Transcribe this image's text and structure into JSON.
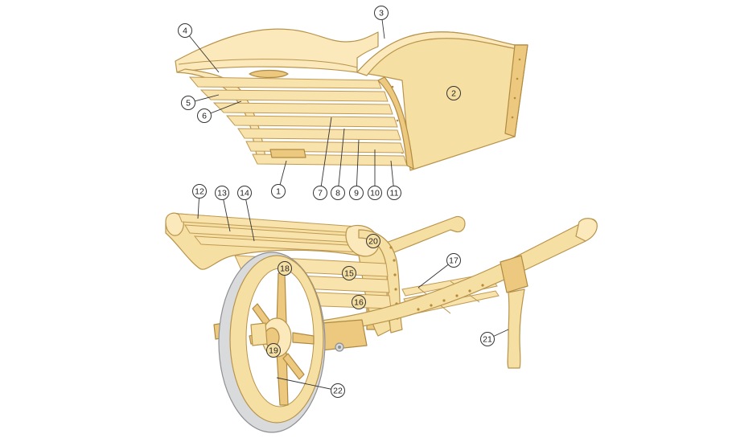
{
  "callouts": [
    {
      "id": "1",
      "label": "1"
    },
    {
      "id": "2",
      "label": "2"
    },
    {
      "id": "3",
      "label": "3"
    },
    {
      "id": "4",
      "label": "4"
    },
    {
      "id": "5",
      "label": "5"
    },
    {
      "id": "6",
      "label": "6"
    },
    {
      "id": "7",
      "label": "7"
    },
    {
      "id": "8",
      "label": "8"
    },
    {
      "id": "9",
      "label": "9"
    },
    {
      "id": "10",
      "label": "10"
    },
    {
      "id": "11",
      "label": "11"
    },
    {
      "id": "12",
      "label": "12"
    },
    {
      "id": "13",
      "label": "13"
    },
    {
      "id": "14",
      "label": "14"
    },
    {
      "id": "15",
      "label": "15"
    },
    {
      "id": "16",
      "label": "16"
    },
    {
      "id": "17",
      "label": "17"
    },
    {
      "id": "18",
      "label": "18"
    },
    {
      "id": "19",
      "label": "19"
    },
    {
      "id": "20",
      "label": "20"
    },
    {
      "id": "21",
      "label": "21"
    },
    {
      "id": "22",
      "label": "22"
    }
  ],
  "colors": {
    "wood": "#f6dfa3",
    "wood_edge": "#b8944c",
    "tire": "#d9dadc",
    "leader": "#333333"
  }
}
